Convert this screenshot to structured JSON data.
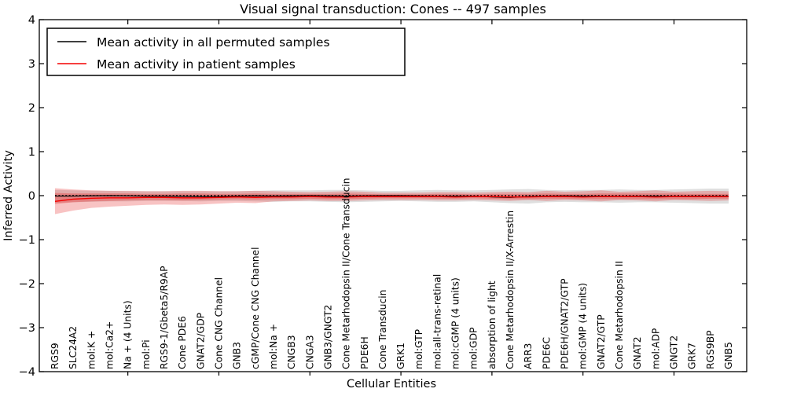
{
  "title": "Visual signal transduction: Cones -- 497 samples",
  "legend": {
    "items": [
      {
        "label": "Mean activity in all permuted samples",
        "color": "#000000"
      },
      {
        "label": "Mean activity in patient samples",
        "color": "#f40000"
      }
    ]
  },
  "chart_data": {
    "type": "line",
    "title": "Visual signal transduction: Cones -- 497 samples",
    "xlabel": "Cellular Entities",
    "ylabel": "Inferred Activity",
    "ylim": [
      -4,
      4
    ],
    "grid": false,
    "legend_position": "upper left",
    "ytick_values": [
      4,
      3,
      2,
      1,
      0,
      -1,
      -2,
      -3,
      -4
    ],
    "ytick_labels": [
      "4",
      "3",
      "2",
      "1",
      "0",
      "−1",
      "−2",
      "−3",
      "−4"
    ],
    "xtick_category_indices": [
      4,
      9,
      14,
      19,
      24,
      29,
      34
    ],
    "categories": [
      "RGS9",
      "SLC24A2",
      "mol:K +",
      "mol:Ca2+",
      "Na + (4 Units)",
      "mol:Pi",
      "RGS9-1/Gbeta5/R9AP",
      "Cone PDE6",
      "GNAT2/GDP",
      "Cone CNG Channel",
      "GNB3",
      "cGMP/Cone CNG Channel",
      "mol:Na +",
      "CNGB3",
      "CNGA3",
      "GNB3/GNGT2",
      "Cone Metarhodopsin II/Cone Transducin",
      "PDE6H",
      "Cone Transducin",
      "GRK1",
      "mol:GTP",
      "mol:all-trans-retinal",
      "mol:cGMP (4 units)",
      "mol:GDP",
      "absorption of light",
      "Cone Metarhodopsin II/X-Arrestin",
      "ARR3",
      "PDE6C",
      "PDE6H/GNAT2/GTP",
      "mol:GMP (4 units)",
      "GNAT2/GTP",
      "Cone Metarhodopsin II",
      "GNAT2",
      "mol:ADP",
      "GNGT2",
      "GRK7",
      "RGS9BP",
      "GNB5"
    ],
    "series": [
      {
        "id": "permuted-mean",
        "name": "Mean activity in all permuted samples",
        "color": "#000000",
        "style": "solid",
        "width": 1.2,
        "values": [
          -0.01,
          -0.01,
          -0.005,
          0,
          -0.005,
          -0.01,
          -0.01,
          -0.015,
          -0.02,
          -0.02,
          -0.01,
          -0.005,
          -0.01,
          -0.005,
          0,
          -0.005,
          -0.01,
          -0.005,
          0,
          0,
          -0.005,
          -0.01,
          -0.01,
          -0.01,
          -0.03,
          -0.04,
          -0.02,
          -0.01,
          -0.005,
          -0.01,
          -0.01,
          -0.015,
          -0.01,
          -0.01,
          -0.015,
          -0.01,
          -0.01,
          -0.01
        ]
      },
      {
        "id": "zero-reference",
        "name": "zero reference (dotted)",
        "color": "#000000",
        "style": "dotted",
        "width": 1.4,
        "values": [
          0,
          0,
          0,
          0,
          0,
          0,
          0,
          0,
          0,
          0,
          0,
          0,
          0,
          0,
          0,
          0,
          0,
          0,
          0,
          0,
          0,
          0,
          0,
          0,
          0,
          0,
          0,
          0,
          0,
          0,
          0,
          0,
          0,
          0,
          0,
          0,
          0,
          0
        ]
      },
      {
        "id": "patient-mean",
        "name": "Mean activity in patient samples",
        "color": "#f40000",
        "style": "solid",
        "width": 1.4,
        "values": [
          -0.13,
          -0.08,
          -0.06,
          -0.05,
          -0.05,
          -0.04,
          -0.04,
          -0.05,
          -0.05,
          -0.04,
          -0.03,
          -0.04,
          -0.03,
          -0.03,
          -0.02,
          -0.03,
          -0.03,
          -0.02,
          -0.02,
          -0.02,
          -0.02,
          -0.02,
          -0.03,
          -0.02,
          -0.02,
          -0.03,
          -0.03,
          -0.02,
          -0.02,
          -0.03,
          -0.02,
          -0.02,
          -0.02,
          -0.03,
          -0.02,
          -0.02,
          -0.02,
          -0.02
        ]
      }
    ],
    "bands": [
      {
        "id": "permuted-spread",
        "color": "rgba(110,110,110,0.22)",
        "upper": [
          0.13,
          0.12,
          0.11,
          0.11,
          0.1,
          0.1,
          0.1,
          0.1,
          0.1,
          0.1,
          0.1,
          0.11,
          0.12,
          0.12,
          0.12,
          0.13,
          0.13,
          0.12,
          0.11,
          0.11,
          0.12,
          0.13,
          0.12,
          0.12,
          0.13,
          0.14,
          0.15,
          0.13,
          0.12,
          0.13,
          0.13,
          0.14,
          0.13,
          0.13,
          0.14,
          0.15,
          0.16,
          0.16
        ],
        "lower": [
          -0.16,
          -0.15,
          -0.14,
          -0.13,
          -0.13,
          -0.12,
          -0.12,
          -0.12,
          -0.13,
          -0.12,
          -0.12,
          -0.13,
          -0.14,
          -0.13,
          -0.13,
          -0.14,
          -0.15,
          -0.14,
          -0.13,
          -0.12,
          -0.13,
          -0.14,
          -0.14,
          -0.13,
          -0.15,
          -0.17,
          -0.18,
          -0.15,
          -0.14,
          -0.15,
          -0.15,
          -0.16,
          -0.15,
          -0.15,
          -0.16,
          -0.17,
          -0.18,
          -0.18
        ]
      },
      {
        "id": "patient-spread-outer",
        "color": "rgba(230,40,40,0.28)",
        "upper": [
          0.17,
          0.14,
          0.12,
          0.11,
          0.11,
          0.1,
          0.1,
          0.11,
          0.11,
          0.1,
          0.1,
          0.11,
          0.1,
          0.09,
          0.08,
          0.09,
          0.1,
          0.09,
          0.07,
          0.07,
          0.07,
          0.08,
          0.08,
          0.07,
          0.08,
          0.09,
          0.08,
          0.11,
          0.09,
          0.1,
          0.12,
          0.09,
          0.1,
          0.12,
          0.09,
          0.1,
          0.11,
          0.1
        ],
        "lower": [
          -0.42,
          -0.34,
          -0.28,
          -0.25,
          -0.23,
          -0.21,
          -0.2,
          -0.21,
          -0.2,
          -0.18,
          -0.16,
          -0.17,
          -0.13,
          -0.12,
          -0.11,
          -0.12,
          -0.12,
          -0.11,
          -0.1,
          -0.1,
          -0.1,
          -0.11,
          -0.11,
          -0.1,
          -0.11,
          -0.12,
          -0.1,
          -0.12,
          -0.1,
          -0.11,
          -0.13,
          -0.1,
          -0.11,
          -0.13,
          -0.1,
          -0.11,
          -0.12,
          -0.11
        ]
      },
      {
        "id": "patient-spread-inner",
        "color": "rgba(230,40,40,0.33)",
        "upper": [
          0.06,
          0.05,
          0.05,
          0.05,
          0.05,
          0.04,
          0.04,
          0.05,
          0.05,
          0.04,
          0.04,
          0.05,
          0.04,
          0.04,
          0.04,
          0.04,
          0.05,
          0.04,
          0.03,
          0.03,
          0.03,
          0.04,
          0.04,
          0.03,
          0.04,
          0.04,
          0.04,
          0.05,
          0.04,
          0.04,
          0.05,
          0.05,
          0.05,
          0.05,
          0.05,
          0.04,
          0.04,
          0.04
        ],
        "lower": [
          -0.19,
          -0.15,
          -0.13,
          -0.12,
          -0.11,
          -0.1,
          -0.1,
          -0.11,
          -0.1,
          -0.09,
          -0.08,
          -0.09,
          -0.08,
          -0.08,
          -0.07,
          -0.08,
          -0.08,
          -0.07,
          -0.06,
          -0.06,
          -0.06,
          -0.07,
          -0.07,
          -0.06,
          -0.07,
          -0.08,
          -0.08,
          -0.07,
          -0.07,
          -0.08,
          -0.08,
          -0.08,
          -0.08,
          -0.08,
          -0.08,
          -0.08,
          -0.07,
          -0.07
        ]
      }
    ]
  }
}
